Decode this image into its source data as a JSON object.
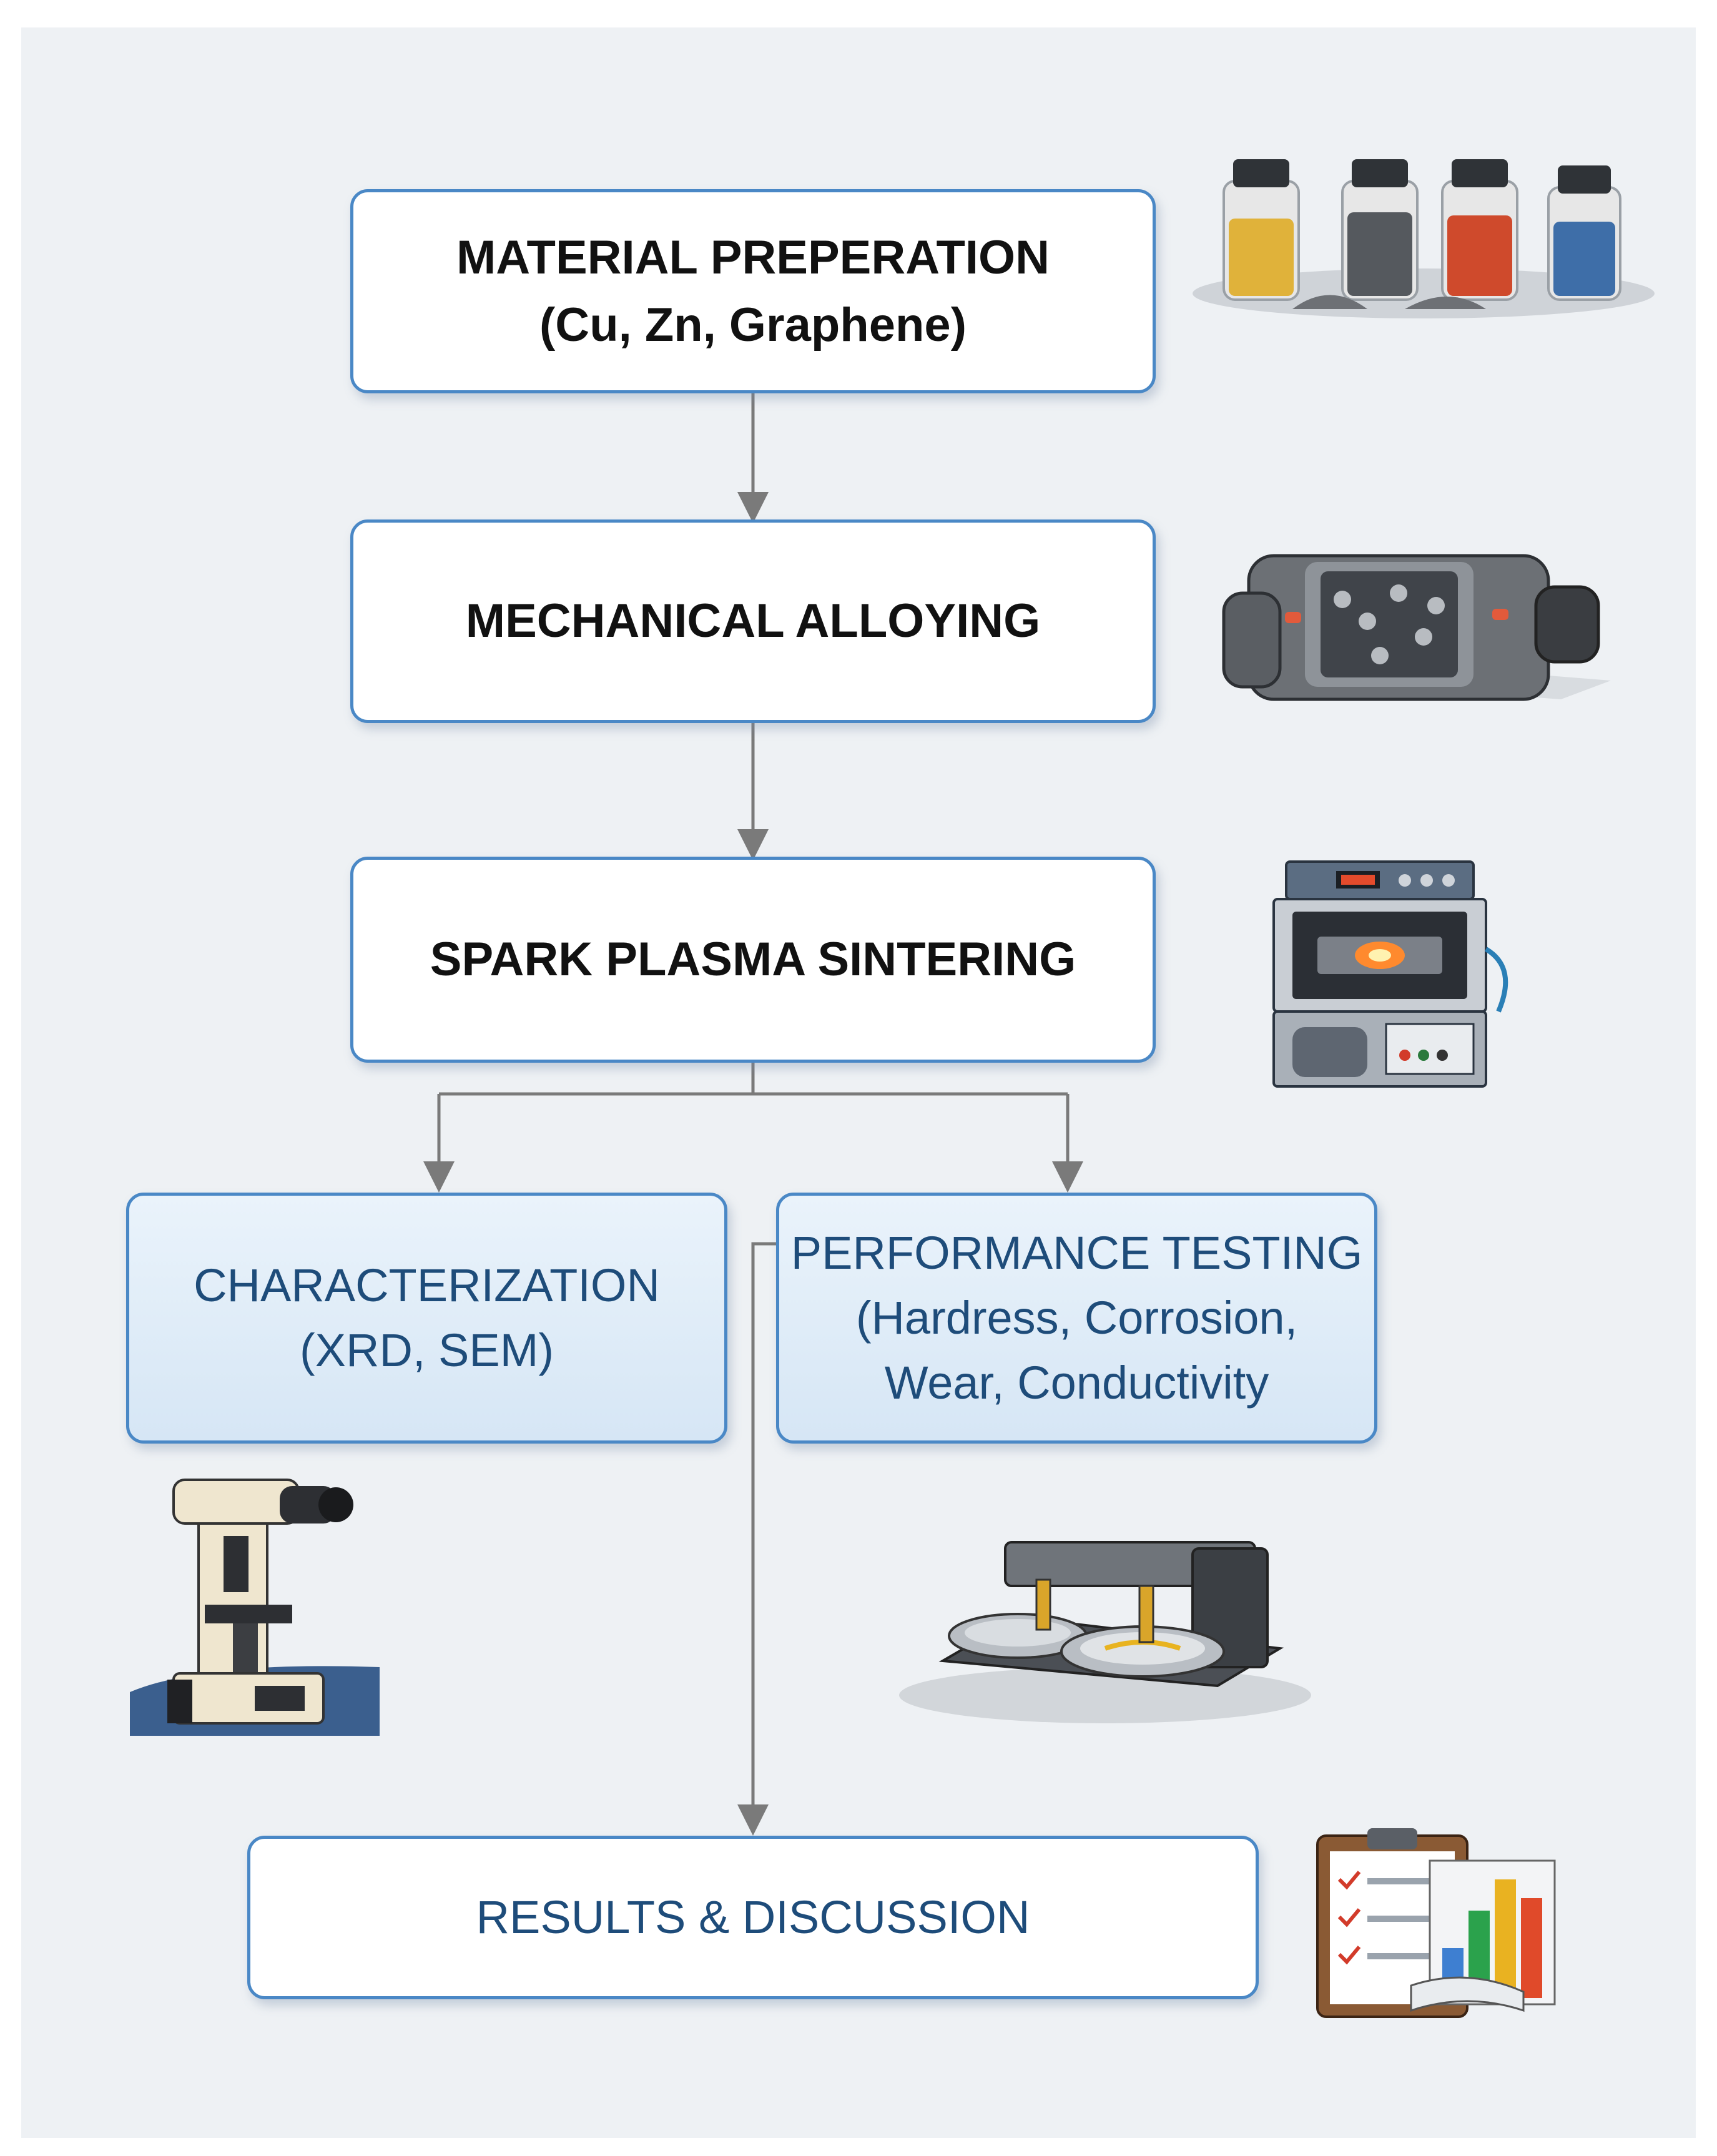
{
  "steps": {
    "material": {
      "line1": "MATERIAL PREPERATION",
      "line2": "(Cu, Zn, Graphene)"
    },
    "alloying": {
      "label": "MECHANICAL ALLOYING"
    },
    "sps": {
      "label": "SPARK PLASMA SINTERING"
    },
    "characterization": {
      "line1": "CHARACTERIZATION",
      "line2": "(XRD, SEM)"
    },
    "testing": {
      "line1": "PERFORMANCE TESTING",
      "line2": "(Hardress, Corrosion,",
      "line3": "Wear, Conductivity"
    },
    "results": {
      "label": "RESULTS & DISCUSSION"
    }
  },
  "illustrations": {
    "jars": "powder-jars-icon",
    "mill": "ball-mill-icon",
    "sps_machine": "sintering-machine-icon",
    "microscope": "microscope-icon",
    "tester": "wear-tester-icon",
    "report": "clipboard-report-icon"
  },
  "colors": {
    "box_border": "#4a88c6",
    "arrow": "#7a7a7a",
    "panel_bg": "#eef1f4",
    "light_box_fill": "#dde9f5",
    "light_text": "#1e4c7a"
  }
}
